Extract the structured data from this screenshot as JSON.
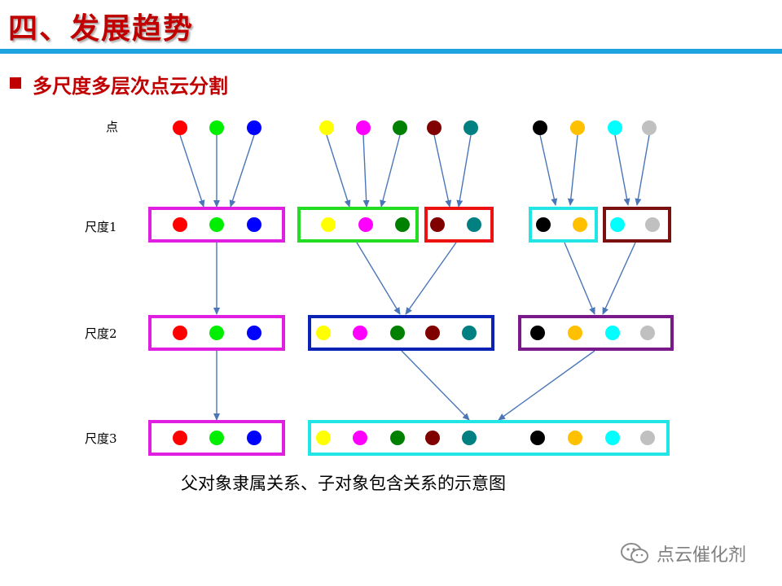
{
  "slide": {
    "title": "四、发展趋势",
    "subtitle": "多尺度多层次点云分割",
    "caption": "父对象隶属关系、子对象包含关系的示意图",
    "watermark": "点云催化剂",
    "colors": {
      "title": "#c00000",
      "rule": "#1ca3e0",
      "bullet": "#c00000",
      "arrow": "#4a76b8"
    }
  },
  "diagram": {
    "row_labels": [
      "点",
      "尺度1",
      "尺度2",
      "尺度3"
    ],
    "palette": {
      "red": "#ff0000",
      "green": "#00ee00",
      "blue": "#0000ff",
      "yellow": "#ffff00",
      "magenta": "#ff00ff",
      "darkgreen": "#008000",
      "darkred": "#800000",
      "teal": "#008080",
      "black": "#000000",
      "gold": "#ffc000",
      "cyan": "#00ffff",
      "gray": "#c0c0c0"
    },
    "points": [
      "red",
      "green",
      "blue",
      "yellow",
      "magenta",
      "darkgreen",
      "darkred",
      "teal",
      "black",
      "gold",
      "cyan",
      "gray"
    ],
    "groups": [
      {
        "level": 1,
        "points": [
          "red",
          "green",
          "blue"
        ],
        "border": "#e020e0"
      },
      {
        "level": 1,
        "points": [
          "yellow",
          "magenta",
          "darkgreen"
        ],
        "border": "#22dd22"
      },
      {
        "level": 1,
        "points": [
          "darkred",
          "teal"
        ],
        "border": "#ee1111"
      },
      {
        "level": 1,
        "points": [
          "black",
          "gold"
        ],
        "border": "#22e6e6"
      },
      {
        "level": 1,
        "points": [
          "cyan",
          "gray"
        ],
        "border": "#7a1010"
      },
      {
        "level": 2,
        "points": [
          "red",
          "green",
          "blue"
        ],
        "border": "#e020e0"
      },
      {
        "level": 2,
        "points": [
          "yellow",
          "magenta",
          "darkgreen",
          "darkred",
          "teal"
        ],
        "border": "#0c22b4"
      },
      {
        "level": 2,
        "points": [
          "black",
          "gold",
          "cyan",
          "gray"
        ],
        "border": "#7a1a8a"
      },
      {
        "level": 3,
        "points": [
          "red",
          "green",
          "blue"
        ],
        "border": "#e020e0"
      },
      {
        "level": 3,
        "points": [
          "yellow",
          "magenta",
          "darkgreen",
          "darkred",
          "teal",
          "black",
          "gold",
          "cyan",
          "gray"
        ],
        "border": "#22e6e6"
      }
    ]
  }
}
